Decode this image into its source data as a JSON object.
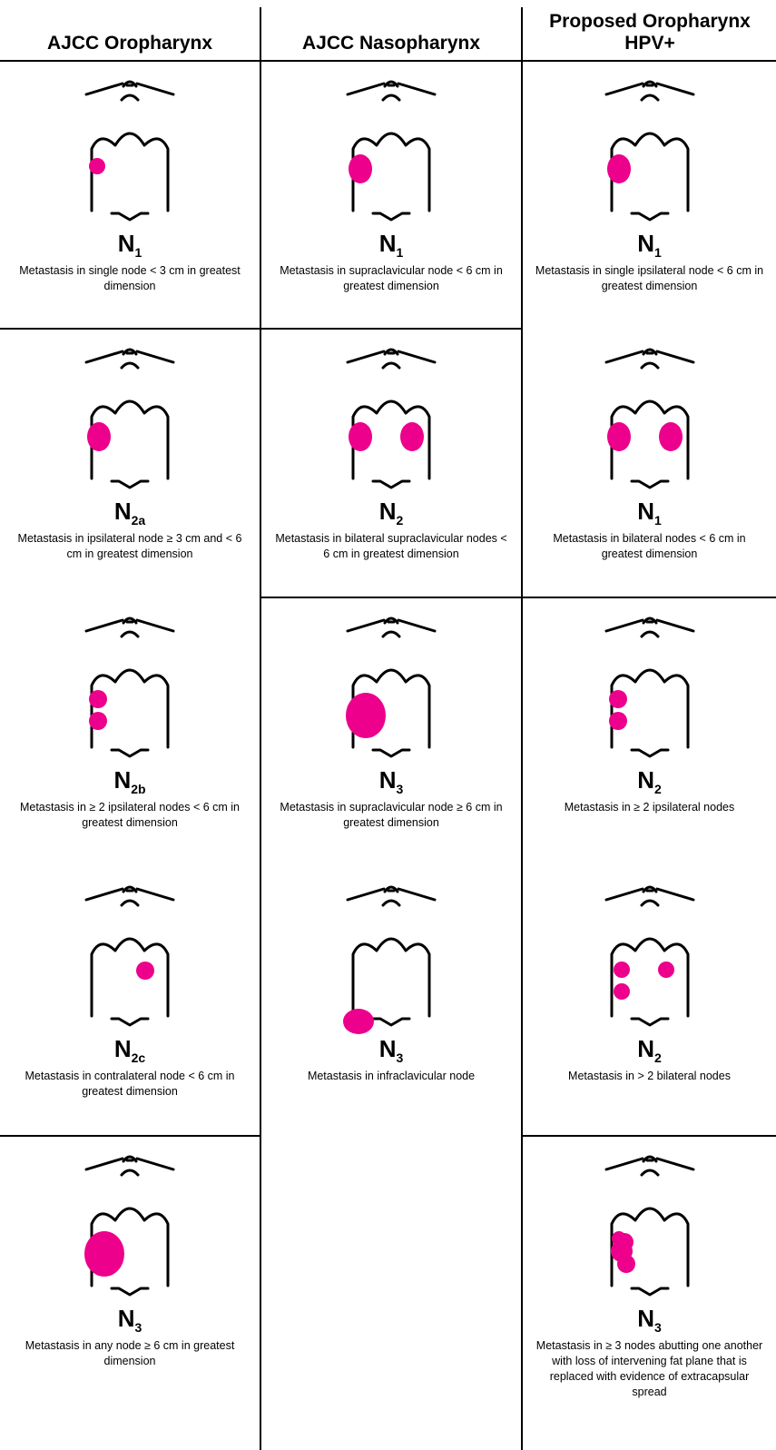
{
  "headers": [
    "AJCC Oropharynx",
    "AJCC Nasopharynx",
    "Proposed Oropharynx HPV+"
  ],
  "colors": {
    "node": "#ec008c",
    "line": "#000000"
  },
  "columns": [
    {
      "cells": [
        {
          "nodes": "single-small",
          "stage": {
            "main": "N",
            "sub": "1"
          },
          "desc": "Metastasis in single node < 3 cm in greatest dimension"
        },
        {
          "nodes": "single-medium",
          "stage": {
            "main": "N",
            "sub": "2a"
          },
          "desc": "Metastasis in ipsilateral node ≥ 3 cm and < 6 cm in greatest dimension"
        },
        {
          "nodes": "two-ipsilateral",
          "stage": {
            "main": "N",
            "sub": "2b"
          },
          "desc": "Metastasis in ≥ 2 ipsilateral nodes < 6 cm in greatest dimension"
        },
        {
          "nodes": "contralateral",
          "stage": {
            "main": "N",
            "sub": "2c"
          },
          "desc": "Metastasis in contralateral node < 6 cm in greatest dimension"
        },
        {
          "nodes": "single-large",
          "stage": {
            "main": "N",
            "sub": "3"
          },
          "desc": "Metastasis in any node ≥ 6 cm in greatest dimension"
        }
      ]
    },
    {
      "cells": [
        {
          "nodes": "single-medium",
          "stage": {
            "main": "N",
            "sub": "1"
          },
          "desc": "Metastasis in supraclavicular node < 6 cm in greatest dimension"
        },
        {
          "nodes": "bilateral",
          "stage": {
            "main": "N",
            "sub": "2"
          },
          "desc": "Metastasis in bilateral supraclavicular nodes < 6 cm in greatest dimension"
        },
        {
          "nodes": "single-large",
          "stage": {
            "main": "N",
            "sub": "3"
          },
          "desc": "Metastasis in supraclavicular node ≥ 6 cm in greatest dimension"
        },
        {
          "nodes": "infraclavicular",
          "stage": {
            "main": "N",
            "sub": "3"
          },
          "desc": "Metastasis in infraclavicular node"
        }
      ]
    },
    {
      "cells": [
        {
          "nodes": "single-medium",
          "stage": {
            "main": "N",
            "sub": "1"
          },
          "desc": "Metastasis in single ipsilateral node < 6 cm in greatest dimension"
        },
        {
          "nodes": "bilateral",
          "stage": {
            "main": "N",
            "sub": "1"
          },
          "desc": "Metastasis in bilateral nodes < 6 cm in greatest dimension"
        },
        {
          "nodes": "two-ipsilateral",
          "stage": {
            "main": "N",
            "sub": "2"
          },
          "desc": "Metastasis in ≥ 2 ipsilateral nodes"
        },
        {
          "nodes": "three-bilateral",
          "stage": {
            "main": "N",
            "sub": "2"
          },
          "desc": "Metastasis in > 2 bilateral nodes"
        },
        {
          "nodes": "matted",
          "stage": {
            "main": "N",
            "sub": "3"
          },
          "desc": "Metastasis in ≥ 3 nodes abutting one another with loss of intervening fat plane that is replaced with evidence of extracapsular spread"
        }
      ]
    }
  ]
}
